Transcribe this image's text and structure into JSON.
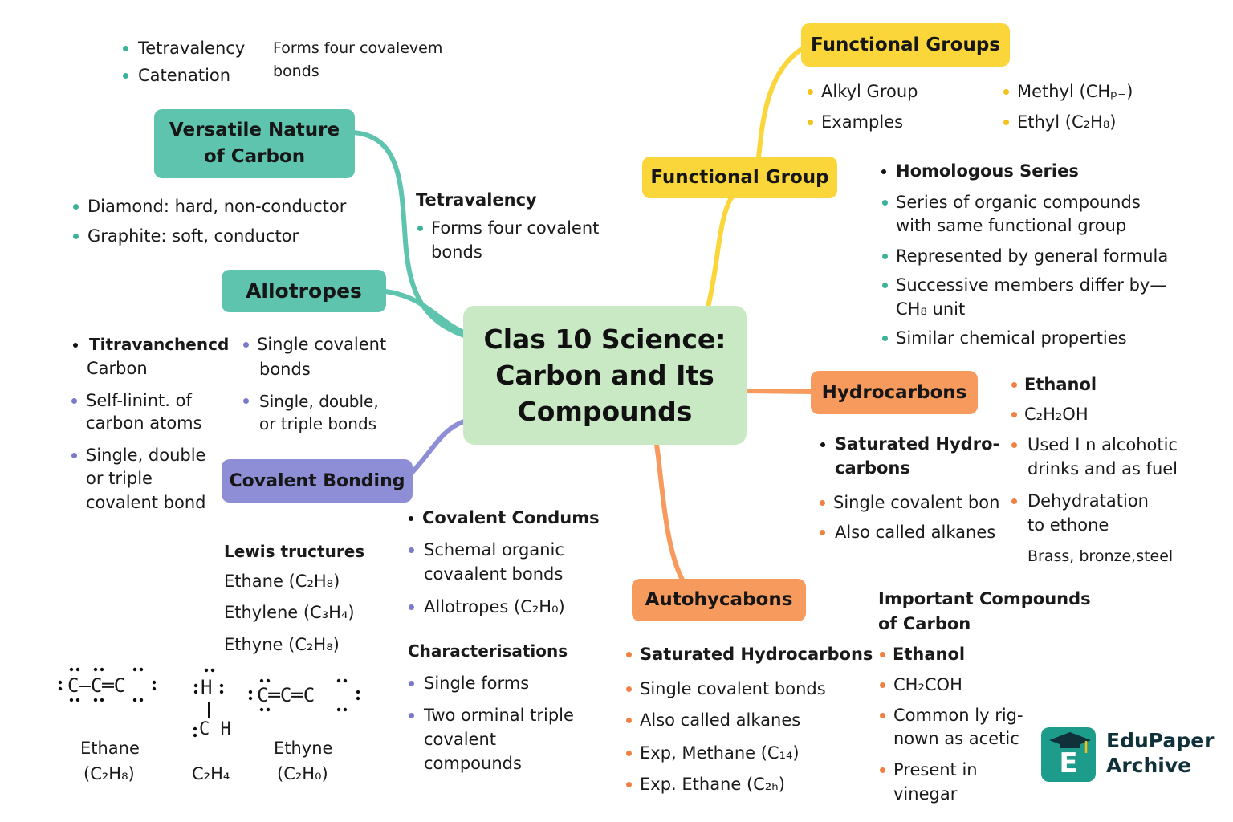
{
  "colors": {
    "teal": "#5ec4ae",
    "teal_dot": "#3bb29a",
    "yellow": "#fad63a",
    "yellow_dot": "#f2c21a",
    "orange": "#f79a5e",
    "orange_dot": "#f08142",
    "purple": "#8e8ed6",
    "purple_dot": "#7a7acb",
    "central": "#c9e8c4",
    "brand": "#1d9b8b"
  },
  "central": {
    "lines": [
      "Clas 10 Science:",
      "Carbon and Its",
      "Compounds"
    ]
  },
  "branches": {
    "versatile": {
      "lines": [
        "Versatile Nature",
        "of Carbon"
      ]
    },
    "allotropes": {
      "label": "Allotropes"
    },
    "covalent": {
      "label": "Covalent Bonding"
    },
    "functional_groups": {
      "label": "Functional Groups"
    },
    "functional_group": {
      "label": "Functional Group"
    },
    "hydrocarbons": {
      "label": "Hydrocarbons"
    },
    "autohyca": {
      "label": "Autohycabons"
    }
  },
  "top_left": {
    "items": [
      "Tetravalency",
      "Catenation"
    ],
    "note": [
      "Forms four covalevem",
      "bonds"
    ]
  },
  "tetravalency": {
    "title": "Tetravalency",
    "item": [
      "Forms four covalent",
      "bonds"
    ]
  },
  "allotrope_items": [
    "Diamond: hard, non-conductor",
    "Graphite: soft, conductor"
  ],
  "left_mid": {
    "title": [
      "Titravanchencd",
      "Carbon"
    ],
    "items": [
      [
        "Self-linint. of",
        "carbon atoms"
      ],
      [
        "Single,  double",
        "or triple",
        "covalent bond"
      ]
    ],
    "right_items": [
      [
        "Single covalent",
        "bonds"
      ],
      [
        "Single, double,",
        "or triple bonds"
      ]
    ]
  },
  "lewis": {
    "title": "Lewis tructures",
    "items": [
      "Ethane (C₂H₈)",
      "Ethylene (C₃H₄)",
      "Ethyne (C₂H₈)"
    ]
  },
  "structures": {
    "s1": "C–C═C",
    "s2_top": "H",
    "s2_bottom": "C H",
    "s3": "C═C═C",
    "labels": [
      [
        "Ethane",
        "(C₂H₈)"
      ],
      [
        "C₂H₄"
      ],
      [
        "Ethyne",
        "(C₂H₀)"
      ]
    ]
  },
  "covalent_condums": {
    "title": "Covalent Condums",
    "items": [
      [
        "Schemal organic",
        "covaalent bonds"
      ],
      [
        "Allotropes (C₂H₀)"
      ]
    ]
  },
  "characterisations": {
    "title": "Characterisations",
    "items": [
      [
        "Single forms"
      ],
      [
        "Two orminal triple",
        "covalent",
        "compounds"
      ]
    ]
  },
  "fg_items": {
    "left": [
      "Alkyl Group",
      "Examples"
    ],
    "right": [
      "Methyl (CHₚ₋)",
      "Ethyl (C₂H₈)"
    ]
  },
  "homologous": {
    "title": "Homologous Series",
    "items": [
      [
        "Series of organic compounds",
        "with same functional group"
      ],
      [
        "Represented by general formula"
      ],
      [
        "Successive members differ by—",
        "CH₈ unit"
      ],
      [
        "Similar chemical properties"
      ]
    ]
  },
  "ethanol_r": {
    "title": "Ethanol",
    "items": [
      [
        "C₂H₂OH"
      ],
      [
        "Used I n alcohotic",
        "drinks and as fuel"
      ],
      [
        "Dehydratation",
        "to ethone"
      ]
    ],
    "extra": "Brass, bronze,steel"
  },
  "saturated_r": {
    "title": [
      "Saturated Hydro-",
      "carbons"
    ],
    "items": [
      "Single covalent bon",
      "Also called alkanes"
    ]
  },
  "auto_items": {
    "title": "Saturated Hydrocarbons",
    "items": [
      "Single covalent bonds",
      "Also called alkanes",
      "Exp, Methane (C₁₄)",
      "Exp. Ethane (C₂ₕ)"
    ]
  },
  "important": {
    "title": [
      "Important Compounds",
      "of Carbon"
    ],
    "sub": "Ethanol",
    "items": [
      [
        "CH₂COH"
      ],
      [
        "Common ly rig-",
        "nown as acetic"
      ],
      [
        "Present in",
        "vinegar"
      ]
    ]
  },
  "logo": {
    "letter": "E",
    "lines": [
      "EduPaper",
      "Archive"
    ]
  }
}
